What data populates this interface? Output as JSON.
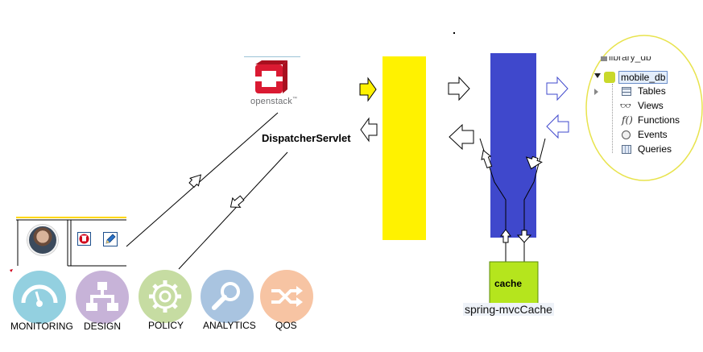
{
  "openstack": {
    "wordmark": "openstack",
    "tm": "™"
  },
  "dispatcher": {
    "label": "DispatcherServlet"
  },
  "cache": {
    "label": "cache",
    "caption": "spring-mvcCache"
  },
  "db_tree": {
    "partial_top": "library_db",
    "db_name": "mobile_db",
    "items": [
      "Tables",
      "Views",
      "Functions",
      "Events",
      "Queries"
    ]
  },
  "services": [
    {
      "label": "MONITORING",
      "color": "#93d0e0",
      "icon": "gauge-icon"
    },
    {
      "label": "DESIGN",
      "color": "#c7b3d8",
      "icon": "hierarchy-icon"
    },
    {
      "label": "POLICY",
      "color": "#c6dca2",
      "icon": "gear-icon"
    },
    {
      "label": "ANALYTICS",
      "color": "#a9c4e0",
      "icon": "magnifier-icon"
    },
    {
      "label": "QOS",
      "color": "#f7c4a3",
      "icon": "shuffle-icon"
    }
  ],
  "colors": {
    "yellow_bar": "#fff200",
    "blue_bar": "#3f48cc",
    "cache_green": "#b5e51d",
    "db_ellipse": "#ffff99",
    "openstack_red": "#da1a32"
  }
}
